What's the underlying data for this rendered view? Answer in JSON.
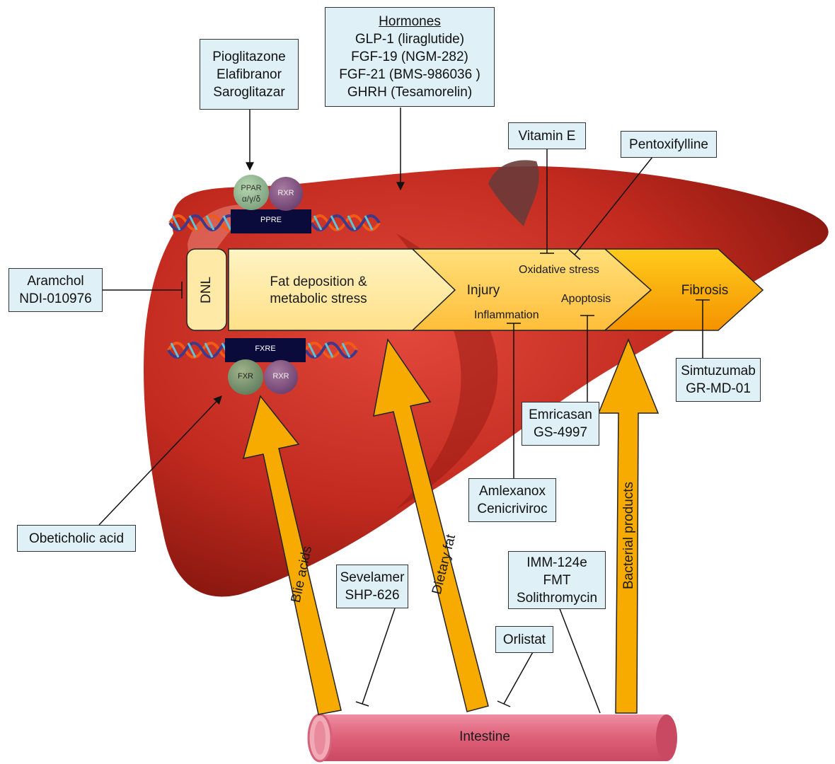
{
  "hormones": {
    "heading": "Hormones",
    "items": [
      "GLP-1 (liraglutide)",
      "FGF-19 (NGM-282)",
      "FGF-21 (BMS-986036 )",
      "GHRH (Tesamorelin)"
    ]
  },
  "ppar_drugs": [
    "Pioglitazone",
    "Elafibranor",
    "Saroglitazar"
  ],
  "vitamin_e": "Vitamin E",
  "pentoxifylline": "Pentoxifylline",
  "dnl_drugs": [
    "Aramchol",
    "NDI-010976"
  ],
  "fibrosis_drugs": [
    "Simtuzumab",
    "GR-MD-01"
  ],
  "apoptosis_drugs": [
    "Emricasan",
    "GS-4997"
  ],
  "inflammation_drugs": [
    "Amlexanox",
    "Cenicriviroc"
  ],
  "fxr_drug": "Obeticholic acid",
  "bile_drugs": [
    "Sevelamer",
    "SHP-626"
  ],
  "fat_absorption_drug": "Orlistat",
  "microbiome_drugs": [
    "IMM-124e",
    "FMT",
    "Solithromycin"
  ],
  "nuclear": {
    "ppar_label": "PPAR",
    "ppar_isoforms": "α/γ/δ",
    "rxr": "RXR",
    "ppre": "PPRE",
    "fxre": "FXRE",
    "fxr": "FXR"
  },
  "stages": {
    "dnl": "DNL",
    "fat": [
      "Fat deposition &",
      "metabolic stress"
    ],
    "injury": "Injury",
    "oxidative": "Oxidative stress",
    "apoptosis": "Apoptosis",
    "inflammation": "Inflammation",
    "fibrosis": "Fibrosis"
  },
  "gut_arrows": {
    "bile": "Blie acids",
    "fat": "Dietary fat",
    "bacterial": "Bacterial products"
  },
  "intestine": "Intestine",
  "colors": {
    "liver": "#c22a1f",
    "liver_dark": "#7c130c",
    "gut_arrow": "#f7ab00",
    "drug_box_fill": "#dff0f6",
    "nuclear_bar": "#0b0b3b",
    "intestine": "#e06b81"
  }
}
